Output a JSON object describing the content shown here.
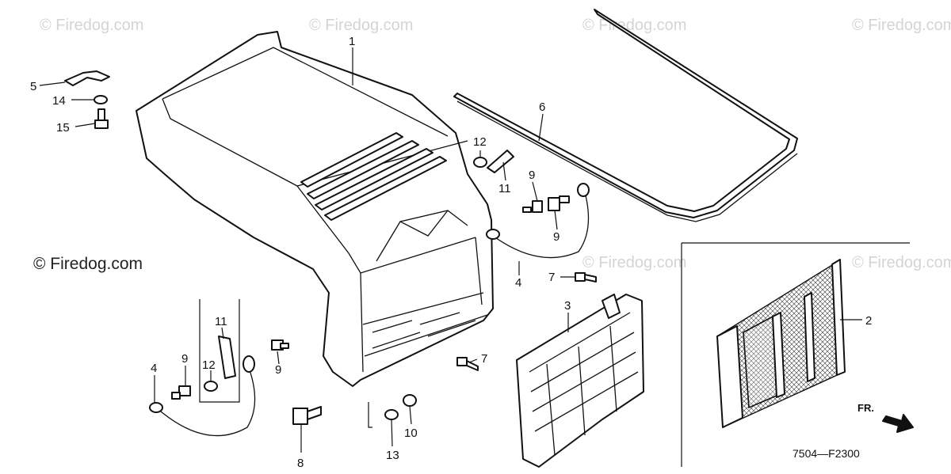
{
  "watermark": "© Firedog.com",
  "diagram_code": "7504—F2300",
  "direction_label": "FR.",
  "callouts": {
    "c1": "1",
    "c2": "2",
    "c3": "3",
    "c4a": "4",
    "c4b": "4",
    "c5": "5",
    "c6": "6",
    "c7a": "7",
    "c7b": "7",
    "c8": "8",
    "c9a": "9",
    "c9b": "9",
    "c9c": "9",
    "c9d": "9",
    "c10": "10",
    "c11a": "11",
    "c11b": "11",
    "c12a": "12",
    "c12b": "12",
    "c13": "13",
    "c14": "14",
    "c15": "15"
  }
}
